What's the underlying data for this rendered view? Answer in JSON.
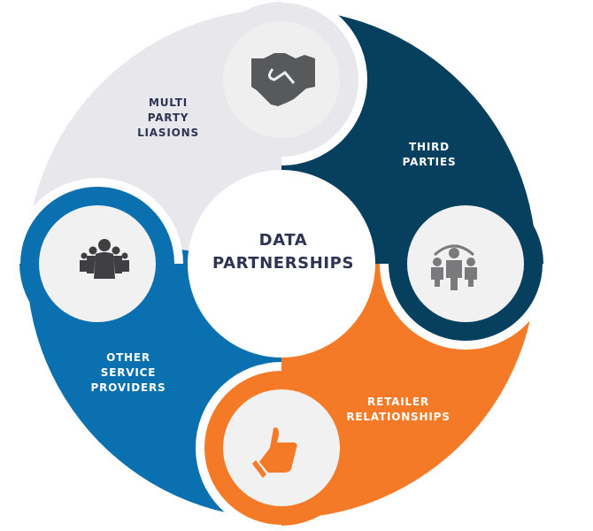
{
  "title": [
    "DATA",
    "PARTNERSHIPS"
  ],
  "colors": {
    "text_dark": "#2e3352",
    "icon": "#58595b",
    "icon_light": "#7a7a7c",
    "inner": "#f1f1f2"
  },
  "segments": [
    {
      "id": "multi-party-liasions",
      "label": [
        "MULTI",
        "PARTY",
        "LIASIONS"
      ],
      "color": "#e8e8ec",
      "text_color": "#2e3352",
      "icon": "handshake-icon"
    },
    {
      "id": "third-parties",
      "label": [
        "THIRD",
        "PARTIES"
      ],
      "color": "#073f5e",
      "text_color": "#ffffff",
      "icon": "team-leader-icon"
    },
    {
      "id": "retailer-relationships",
      "label": [
        "RETAILER",
        "RELATIONSHIPS"
      ],
      "color": "#f47a28",
      "text_color": "#ffffff",
      "icon": "thumbs-up-icon"
    },
    {
      "id": "other-service-providers",
      "label": [
        "OTHER",
        "SERVICE",
        "PROVIDERS"
      ],
      "color": "#0b70b0",
      "text_color": "#ffffff",
      "icon": "group-icon"
    }
  ]
}
